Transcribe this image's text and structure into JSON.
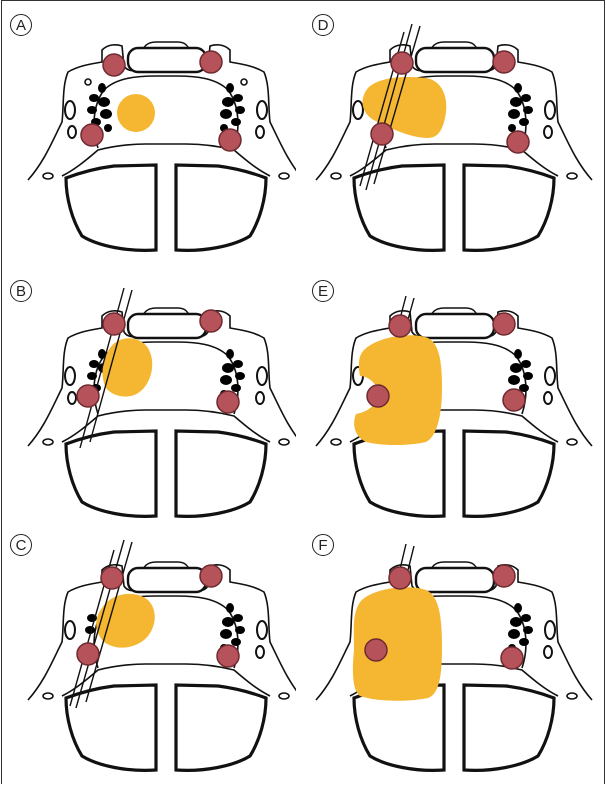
{
  "panels": [
    {
      "label": "A"
    },
    {
      "label": "B"
    },
    {
      "label": "C"
    },
    {
      "label": "D"
    },
    {
      "label": "E"
    },
    {
      "label": "F"
    }
  ],
  "colors": {
    "tumor": "#f5b731",
    "vessel_fill": "#b5525a",
    "vessel_stroke": "#6e2a30",
    "line": "#111111"
  }
}
